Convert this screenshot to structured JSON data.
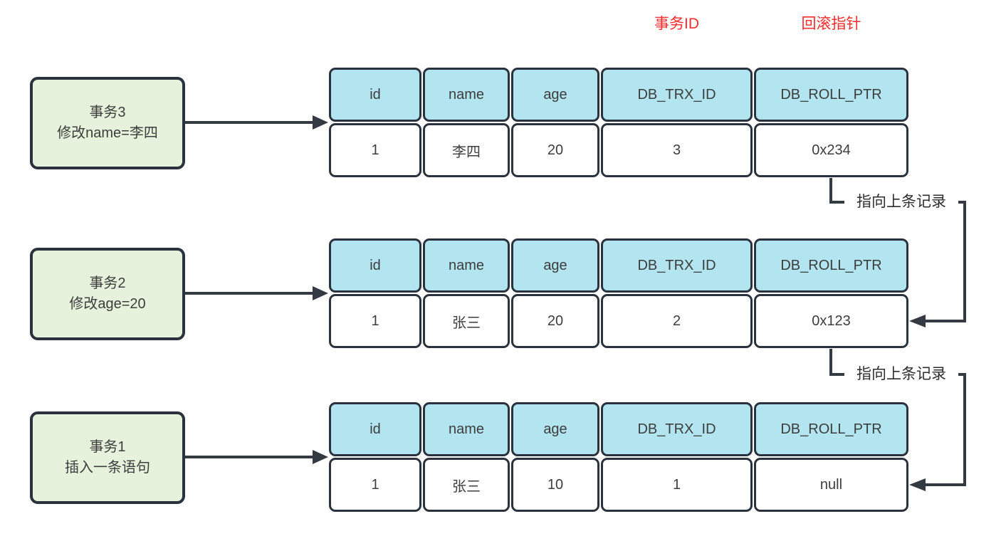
{
  "diagram": {
    "annotations": {
      "trx_id": "事务ID",
      "roll_ptr": "回滚指针"
    },
    "pointer_labels": [
      "指向上条记录",
      "指向上条记录"
    ],
    "transactions": [
      {
        "title": "事务3",
        "action": "修改name=李四"
      },
      {
        "title": "事务2",
        "action": "修改age=20"
      },
      {
        "title": "事务1",
        "action": "插入一条语句"
      }
    ],
    "columns": [
      "id",
      "name",
      "age",
      "DB_TRX_ID",
      "DB_ROLL_PTR"
    ],
    "versions": [
      [
        "1",
        "李四",
        "20",
        "3",
        "0x234"
      ],
      [
        "1",
        "张三",
        "20",
        "2",
        "0x123"
      ],
      [
        "1",
        "张三",
        "10",
        "1",
        "null"
      ]
    ],
    "colors": {
      "header_fill": "#b2e5f0",
      "transaction_fill": "#e6f2dc",
      "border": "#2a333d",
      "line": "#333a42",
      "annotation_red": "#fb2b2b",
      "text": "#3d3d3d"
    }
  }
}
